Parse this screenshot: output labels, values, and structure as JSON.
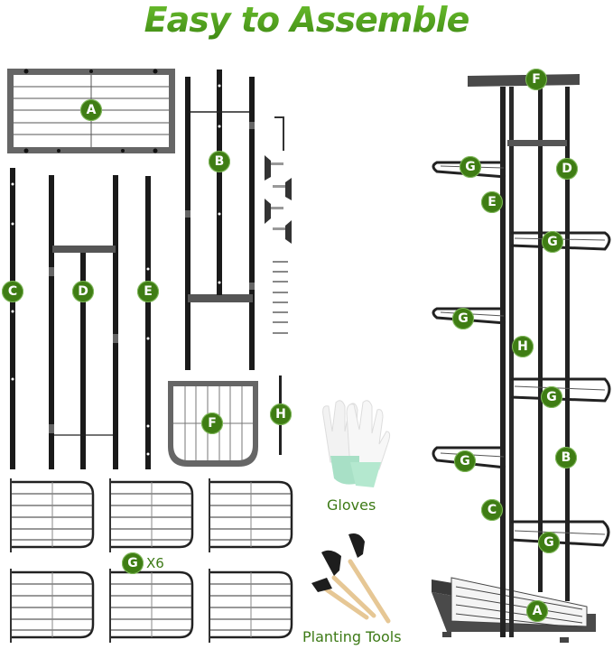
{
  "header": {
    "title": "Easy to Assemble"
  },
  "parts": {
    "A": "A",
    "B": "B",
    "C": "C",
    "D": "D",
    "E": "E",
    "F": "F",
    "G": "G",
    "H": "H",
    "g_quantity": "X6"
  },
  "accessories": {
    "gloves": "Gloves",
    "planting_tools": "Planting Tools"
  },
  "assembled_labels": {
    "top": "F",
    "g1": "G",
    "d": "D",
    "e": "E",
    "g2": "G",
    "g3": "G",
    "h": "H",
    "g4": "G",
    "b": "B",
    "g5": "G",
    "c": "C",
    "g6": "G",
    "a": "A"
  },
  "colors": {
    "accent": "#3f7d14",
    "title": "#4e9a1e",
    "metal": "#2b2b2b",
    "frame_gray": "#666666"
  }
}
